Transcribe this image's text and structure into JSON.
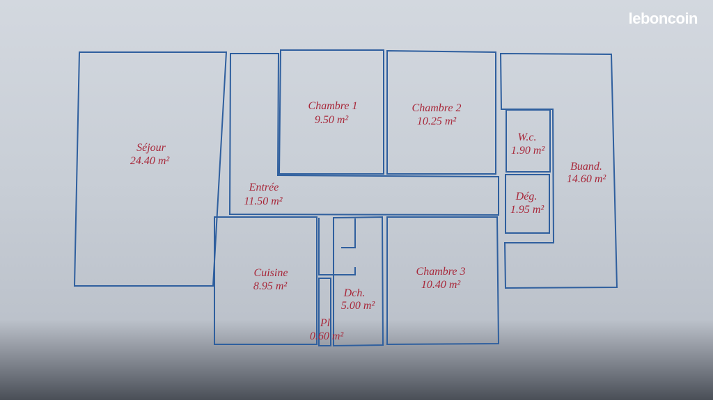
{
  "watermark": "leboncoin",
  "colors": {
    "walls": "#2f5f9e",
    "labels": "#a8283a",
    "paper": "#cfd5dc"
  },
  "rooms": [
    {
      "id": "sejour",
      "name": "Séjour",
      "area": "24.40 m²"
    },
    {
      "id": "entree",
      "name": "Entrée",
      "area": "11.50 m²"
    },
    {
      "id": "chambre1",
      "name": "Chambre 1",
      "area": "9.50 m²"
    },
    {
      "id": "chambre2",
      "name": "Chambre 2",
      "area": "10.25 m²"
    },
    {
      "id": "wc",
      "name": "W.c.",
      "area": "1.90 m²"
    },
    {
      "id": "buand",
      "name": "Buand.",
      "area": "14.60 m²"
    },
    {
      "id": "deg",
      "name": "Dég.",
      "area": "1.95 m²"
    },
    {
      "id": "cuisine",
      "name": "Cuisine",
      "area": "8.95 m²"
    },
    {
      "id": "dch",
      "name": "Dch.",
      "area": "5.00 m²"
    },
    {
      "id": "pl",
      "name": "Pl",
      "area": "0.60 m²"
    },
    {
      "id": "chambre3",
      "name": "Chambre 3",
      "area": "10.40 m²"
    }
  ]
}
